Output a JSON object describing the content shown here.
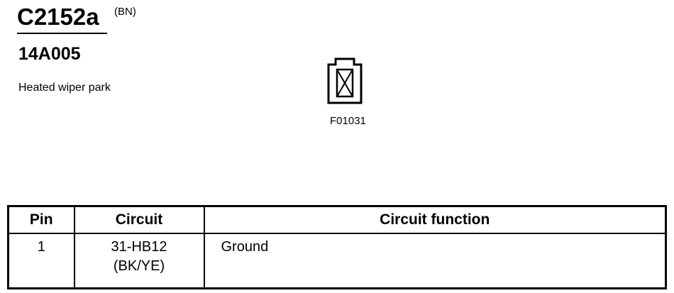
{
  "connector": {
    "id": "C2152a",
    "color_code": "(BN)",
    "part_number": "14A005",
    "description": "Heated wiper park"
  },
  "figure": {
    "icon": "connector-1-pin-icon",
    "code": "F01031"
  },
  "table": {
    "headers": {
      "pin": "Pin",
      "circuit": "Circuit",
      "function": "Circuit function"
    },
    "rows": [
      {
        "pin": "1",
        "circuit": "31-HB12",
        "wire_color": "(BK/YE)",
        "function": "Ground"
      }
    ]
  }
}
